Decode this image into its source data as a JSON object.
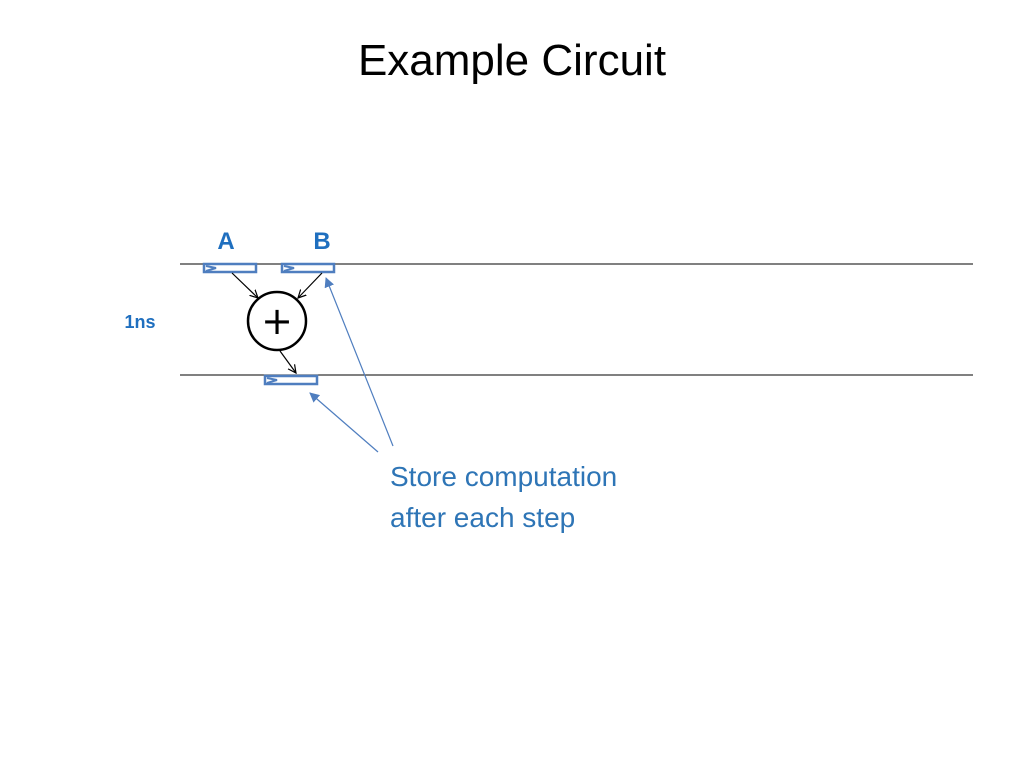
{
  "slide": {
    "title": "Example Circuit"
  },
  "diagram": {
    "register_labels": {
      "a": "A",
      "b": "B"
    },
    "stage_delay_label": "1ns",
    "operator_symbol": "+",
    "callout": {
      "line1": "Store computation",
      "line2": "after each step"
    }
  },
  "colors": {
    "label": "#1F6FBF",
    "register_stroke": "#4F7EBF",
    "callout_text": "#2E75B6",
    "arrow": "#000000",
    "callout_arrow": "#4F7EBF"
  }
}
